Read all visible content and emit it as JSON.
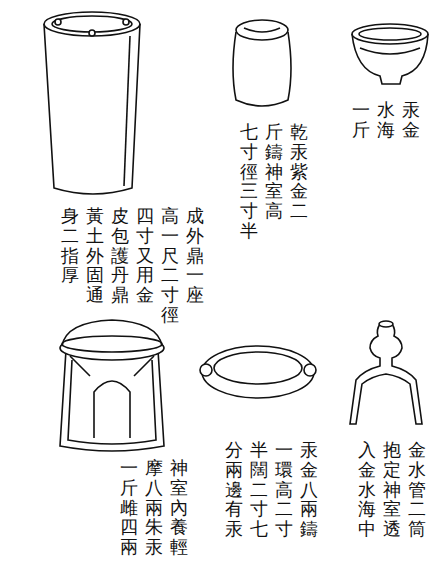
{
  "diagram": {
    "labels": [
      "汞金",
      "水海",
      "一斤",
      "乾汞紫金二",
      "斤鑄神室高",
      "七寸徑三寸半",
      "成外鼎一座",
      "高一尺二寸徑",
      "四寸又用金",
      "皮包護丹鼎",
      "黃土外固通",
      "身二指厚",
      "金水管二筒",
      "抱定神室透",
      "入金水海中",
      "汞金八兩鑄",
      "一環高二寸",
      "半闊二寸七",
      "分兩邊有汞",
      "神室內養輕",
      "摩八兩朱汞",
      "一斤雌四兩"
    ]
  }
}
